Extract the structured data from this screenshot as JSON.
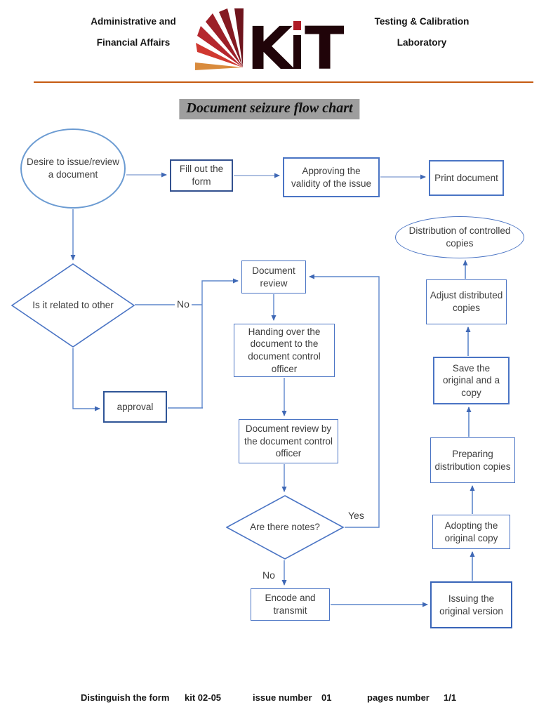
{
  "header": {
    "left": [
      "Administrative and",
      "Financial Affairs"
    ],
    "right": [
      "Testing & Calibration",
      "Laboratory"
    ],
    "logo": {
      "k": "K",
      "t": "T",
      "alt": "KiT logo"
    }
  },
  "title": "Document seizure flow chart",
  "colors": {
    "shape_border_blue": "#4472C4",
    "connector_blue": "#6e92d0",
    "header_rule_orange": "#C55A11",
    "title_highlight_gray": "#9E9E9E",
    "logo_reds": [
      "#D98B3D",
      "#D03830",
      "#B5272E",
      "#9C1F28",
      "#851A22",
      "#6E141D"
    ]
  },
  "flowchart": {
    "nodes": {
      "desire": {
        "type": "ellipse",
        "label": "Desire to issue/review a document"
      },
      "fill_form": {
        "type": "process",
        "label": "Fill out the form"
      },
      "approving": {
        "type": "process",
        "label": "Approving the validity of the issue"
      },
      "print": {
        "type": "process",
        "label": "Print document"
      },
      "distribution": {
        "type": "ellipse",
        "label": "Distribution of controlled copies"
      },
      "adjust": {
        "type": "process",
        "label": "Adjust distributed copies"
      },
      "related": {
        "type": "decision",
        "label": "Is it related to other"
      },
      "doc_review": {
        "type": "process",
        "label": "Document review"
      },
      "handing": {
        "type": "process",
        "label": "Handing over the document to the document control officer"
      },
      "approval": {
        "type": "process",
        "label": "approval"
      },
      "dcr_officer": {
        "type": "process",
        "label": "Document review by the document control officer"
      },
      "save": {
        "type": "process",
        "label": "Save the original and a copy"
      },
      "preparing": {
        "type": "process",
        "label": "Preparing distribution copies"
      },
      "notes": {
        "type": "decision",
        "label": "Are there notes?"
      },
      "adopting": {
        "type": "process",
        "label": "Adopting the original copy"
      },
      "issuing": {
        "type": "process",
        "label": "Issuing the original version"
      },
      "encode": {
        "type": "process",
        "label": "Encode and transmit"
      }
    },
    "edge_labels": {
      "no_related": "No",
      "yes_notes": "Yes",
      "no_notes": "No"
    }
  },
  "footer": {
    "items": [
      "Distinguish the form",
      "kit 02-05",
      "issue number",
      "01",
      "pages number",
      "1/1"
    ]
  }
}
